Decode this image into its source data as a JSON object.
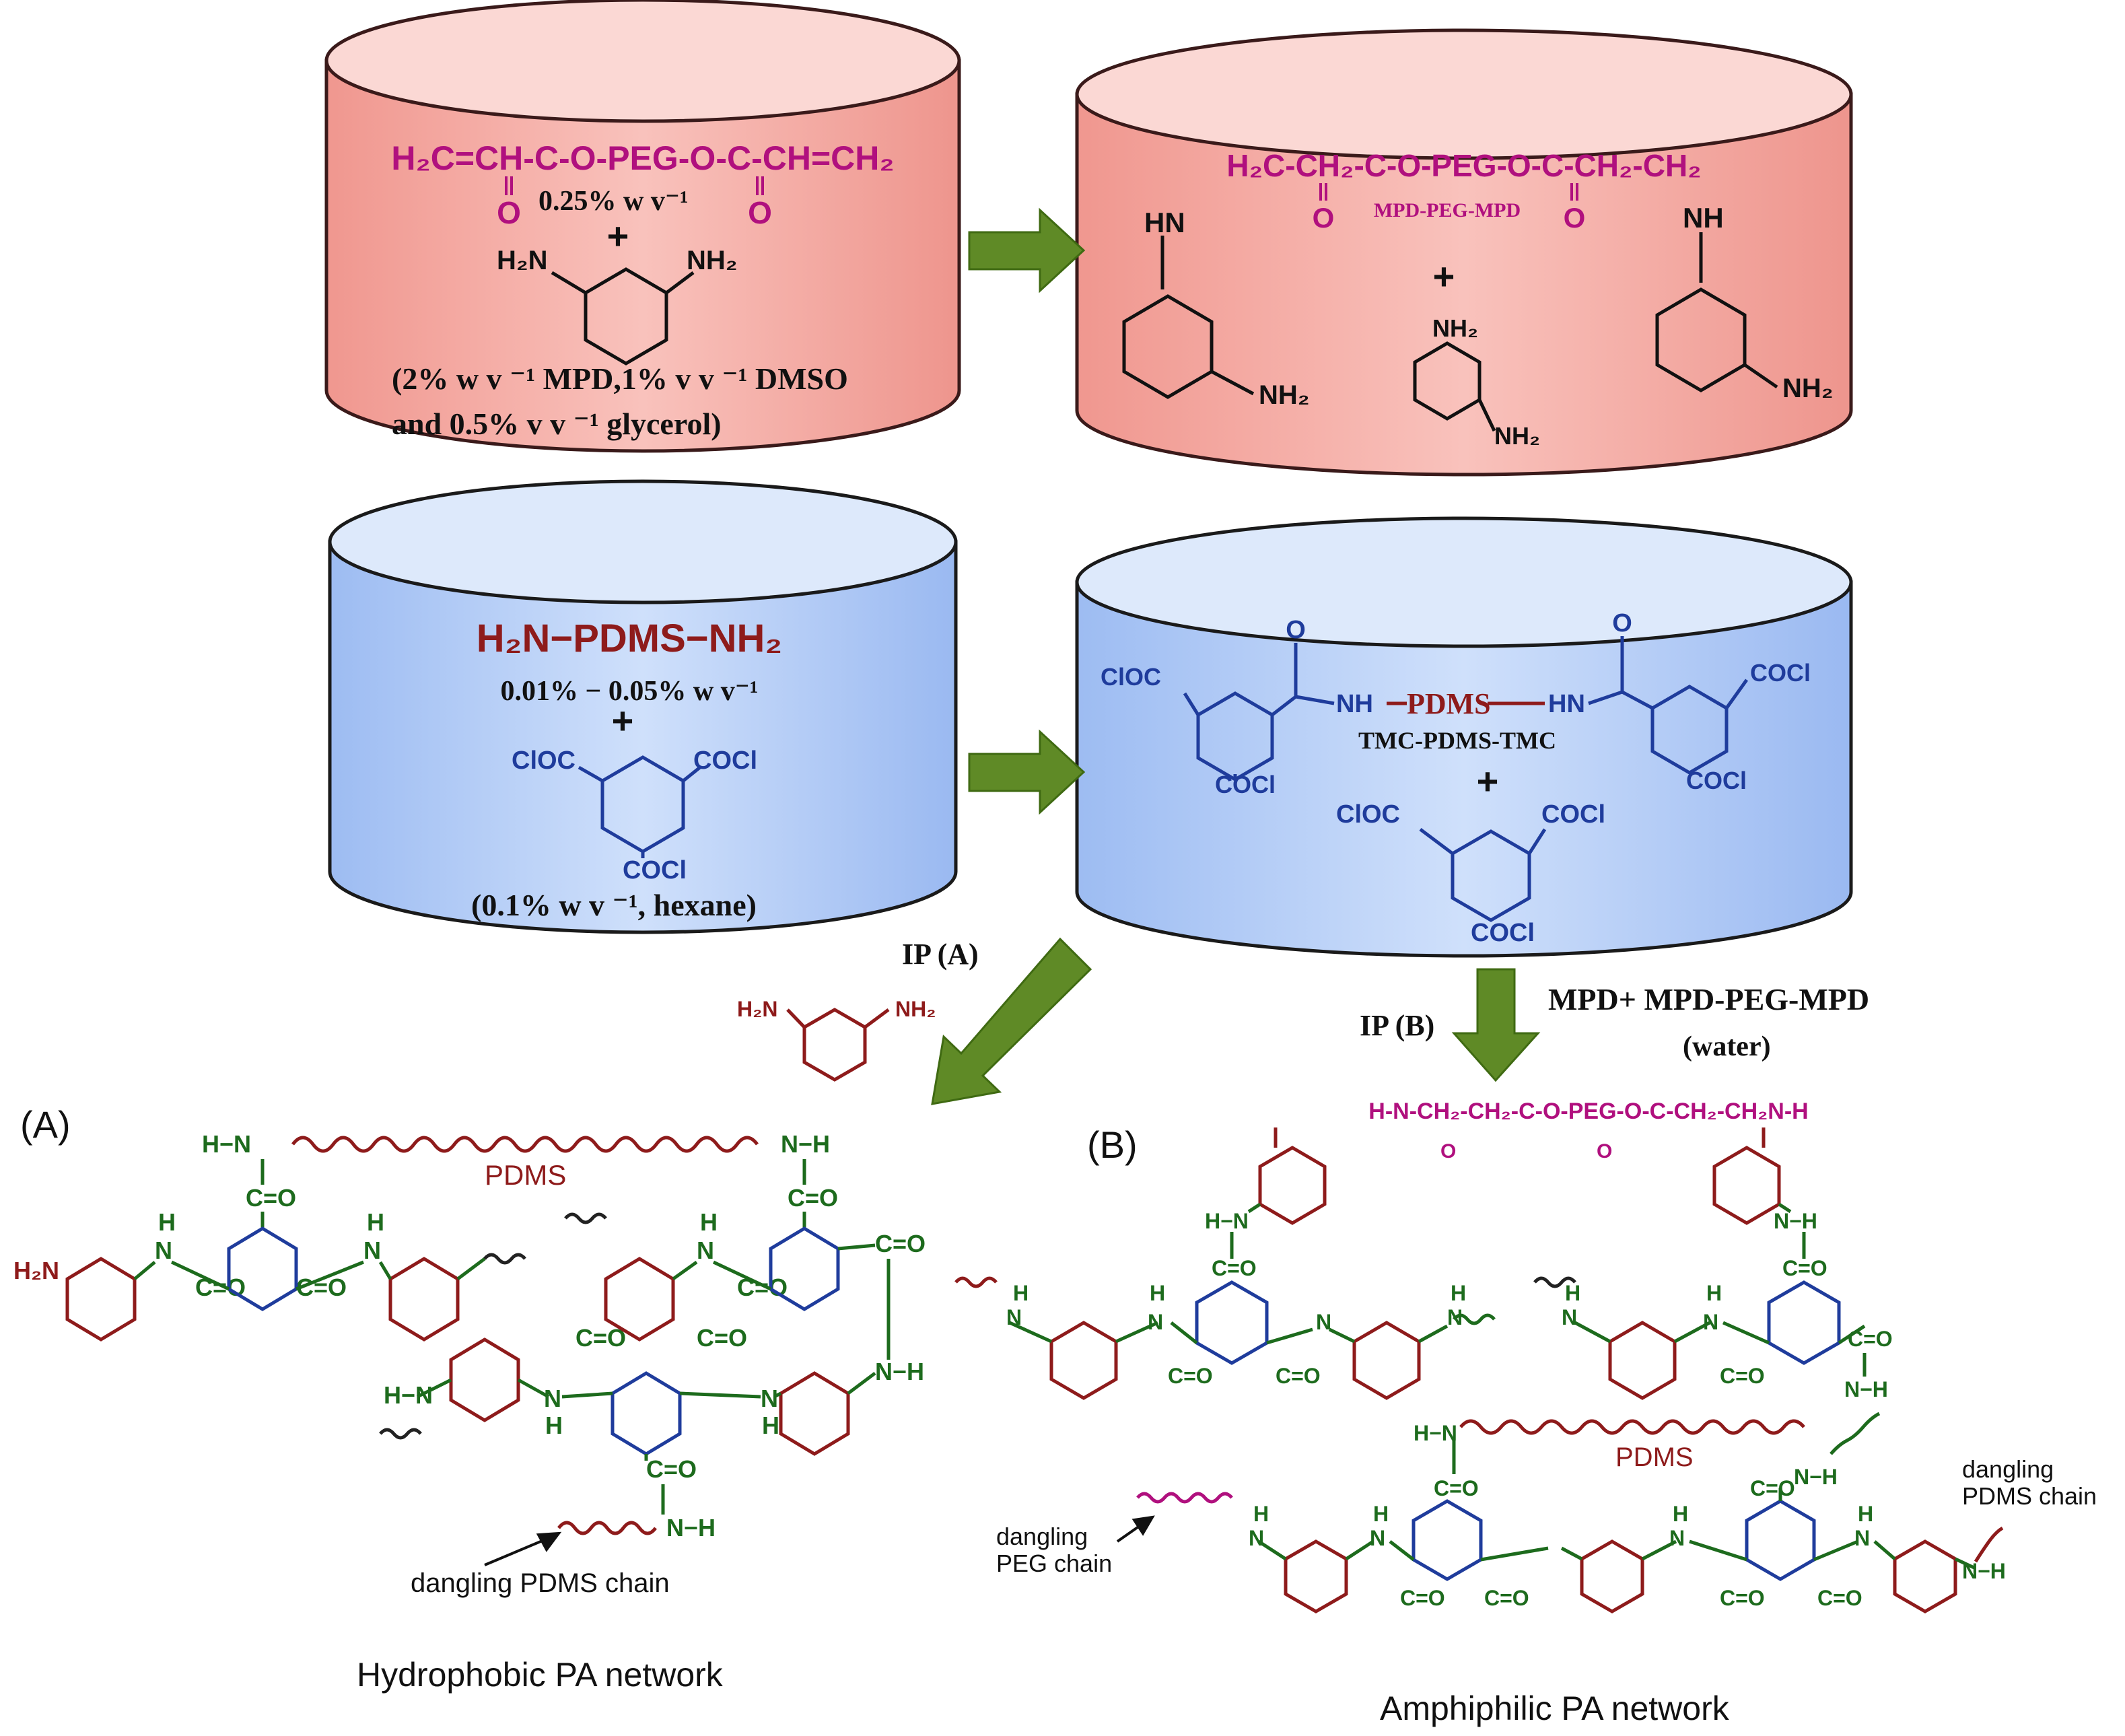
{
  "colors": {
    "pink_top": "#fbd6d2",
    "pink_side": "#f2a39d",
    "pink_edge": "#3a1a1a",
    "blue_top": "#dce8fb",
    "blue_side": "#a9c6f5",
    "arrow": "#5f8a26",
    "magenta": "#b0107e",
    "navy": "#1f3c9c",
    "maroon": "#8e1b1b",
    "green": "#1d6b1d",
    "black": "#111111"
  },
  "tank1": {
    "formula": "H₂C=CH-C-O-PEG-O-C-CH=CH₂",
    "o_left": "O",
    "o_right": "O",
    "conc": "0.25% w v⁻¹",
    "plus": "+",
    "nh2_left": "H₂N",
    "nh2_right": "NH₂",
    "cond_line1": "(2% w v ⁻¹ MPD,1% v v ⁻¹ DMSO",
    "cond_line2": "and 0.5% v v ⁻¹ glycerol)"
  },
  "tank2": {
    "formula": "H₂C-CH₂-C-O-PEG-O-C-CH₂-CH₂",
    "o_left": "O",
    "o_right": "O",
    "label": "MPD-PEG-MPD",
    "hn_left": "HN",
    "nh_right": "NH",
    "nh2_left": "NH₂",
    "nh2_right": "NH₂",
    "plus": "+",
    "mpd_nh2_top": "NH₂",
    "mpd_nh2_bottom": "NH₂"
  },
  "tank3": {
    "formula": "H₂N−PDMS−NH₂",
    "conc": "0.01% − 0.05% w v⁻¹",
    "plus": "+",
    "cloc": "ClOC",
    "cocl_right": "COCl",
    "cocl_bottom": "COCl",
    "cond": "(0.1% w v ⁻¹, hexane)"
  },
  "tank4": {
    "o_left": "O",
    "o_right": "O",
    "nh_left": "NH",
    "pdms": "PDMS",
    "hn_right": "HN",
    "label": "TMC-PDMS-TMC",
    "cloc_left": "ClOC",
    "cocl_left_bottom": "COCl",
    "cocl_right_top": "COCl",
    "cocl_right_bottom": "COCl",
    "plus": "+",
    "tmc_cloc": "ClOC",
    "tmc_cocl_right": "COCl",
    "tmc_cocl_bottom": "COCl"
  },
  "flow": {
    "ip_a": "IP  (A)",
    "ip_b": "IP  (B)",
    "mpd_h2n": "H₂N",
    "mpd_nh2": "NH₂",
    "reagent_b_line1": "MPD+ MPD-PEG-MPD",
    "reagent_b_line2": "(water)"
  },
  "network_a": {
    "panel_label": "(A)",
    "pdms_label": "PDMS",
    "dangling_label": "dangling PDMS chain",
    "caption": "Hydrophobic PA network",
    "h2n": "H₂N",
    "nh": "N−H",
    "hn": "H−N",
    "h": "H",
    "n": "N",
    "o": "O",
    "c_eq_o": "C=O"
  },
  "network_b": {
    "panel_label": "(B)",
    "peg_link": "H-N-CH₂-CH₂-C-O-PEG-O-C-CH₂-CH₂N-H",
    "o": "O",
    "pdms_label": "PDMS",
    "dangling_peg": "dangling\nPEG chain",
    "dangling_peg_1": "dangling",
    "dangling_peg_2": "PEG chain",
    "dangling_pdms_1": "dangling",
    "dangling_pdms_2": "PDMS chain",
    "caption": "Amphiphilic PA network",
    "nh": "N−H",
    "hn": "H−N",
    "h": "H",
    "n": "N",
    "c_eq_o": "C=O"
  }
}
